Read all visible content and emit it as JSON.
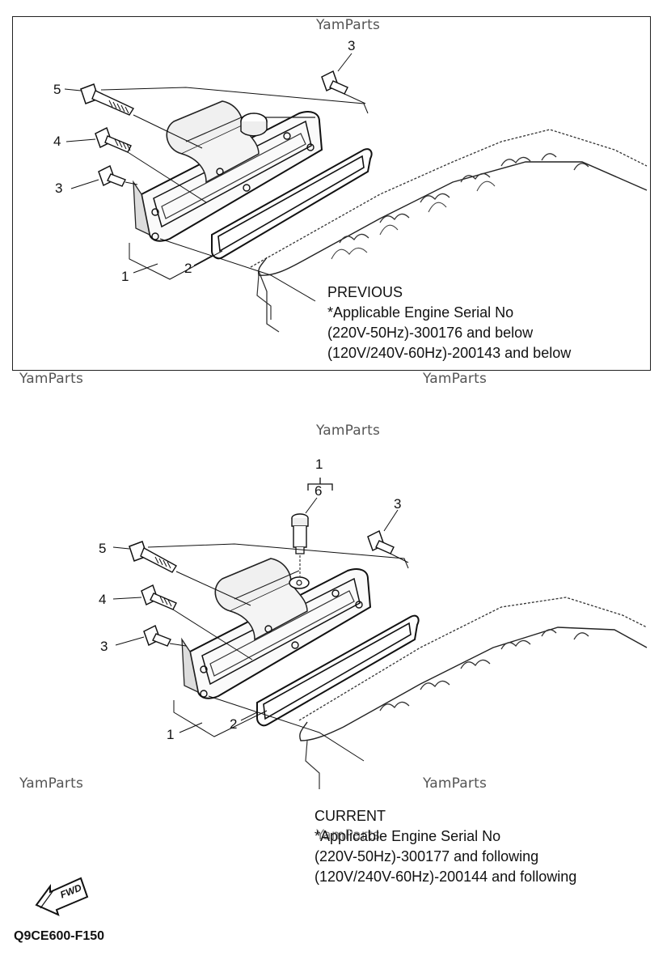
{
  "watermark": "YamParts",
  "top_panel": {
    "callouts": {
      "c1": "1",
      "c2": "2",
      "c3a": "3",
      "c3b": "3",
      "c4": "4",
      "c5": "5"
    },
    "note": {
      "heading": "PREVIOUS",
      "line1": "*Applicable Engine Serial No",
      "line2": "(220V-50Hz)-300176 and below",
      "line3": "(120V/240V-60Hz)-200143 and below"
    }
  },
  "bottom_panel": {
    "callouts": {
      "c1": "1",
      "c1top": "1",
      "c6": "6",
      "c2": "2",
      "c3a": "3",
      "c3b": "3",
      "c4": "4",
      "c5": "5"
    },
    "note": {
      "heading": "CURRENT",
      "line1": "*Applicable Engine Serial No",
      "line2": "(220V-50Hz)-300177 and following",
      "line3": "(120V/240V-60Hz)-200144 and following"
    }
  },
  "fwd_label": "FWD",
  "figure_code": "Q9CE600-F150"
}
